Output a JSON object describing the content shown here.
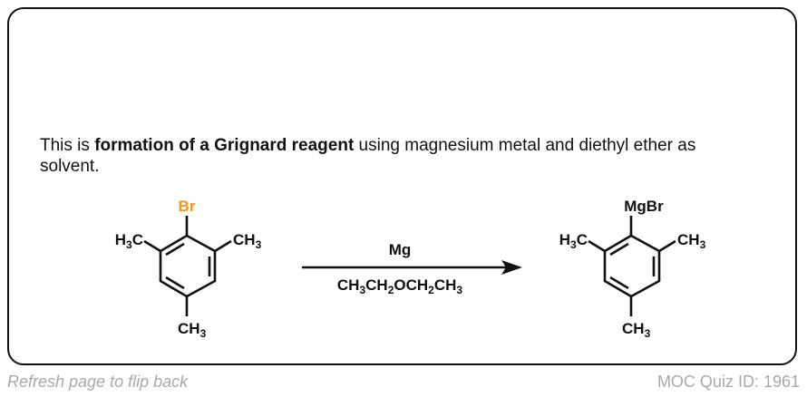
{
  "question": {
    "prefix": "This is ",
    "bold": "formation of a Grignard reagent",
    "suffix": " using magnesium metal and diethyl ether as solvent."
  },
  "reactant": {
    "substituent_top": "Br",
    "left_methyl": [
      "H",
      "3",
      "C"
    ],
    "right_methyl": [
      "CH",
      "3"
    ],
    "bottom_methyl": [
      "CH",
      "3"
    ]
  },
  "reagents": {
    "above_arrow": "Mg",
    "below_arrow": [
      "CH",
      "3",
      "CH",
      "2",
      "OCH",
      "2",
      "CH",
      "3"
    ]
  },
  "product": {
    "substituent_top": "MgBr",
    "left_methyl": [
      "H",
      "3",
      "C"
    ],
    "right_methyl": [
      "CH",
      "3"
    ],
    "bottom_methyl": [
      "CH",
      "3"
    ]
  },
  "footer": {
    "flip_hint": "Refresh page to flip back",
    "quiz_id": "MOC Quiz ID: 1961"
  },
  "colors": {
    "bromine": "#f7941d",
    "footer_text": "#a9a9a9"
  }
}
